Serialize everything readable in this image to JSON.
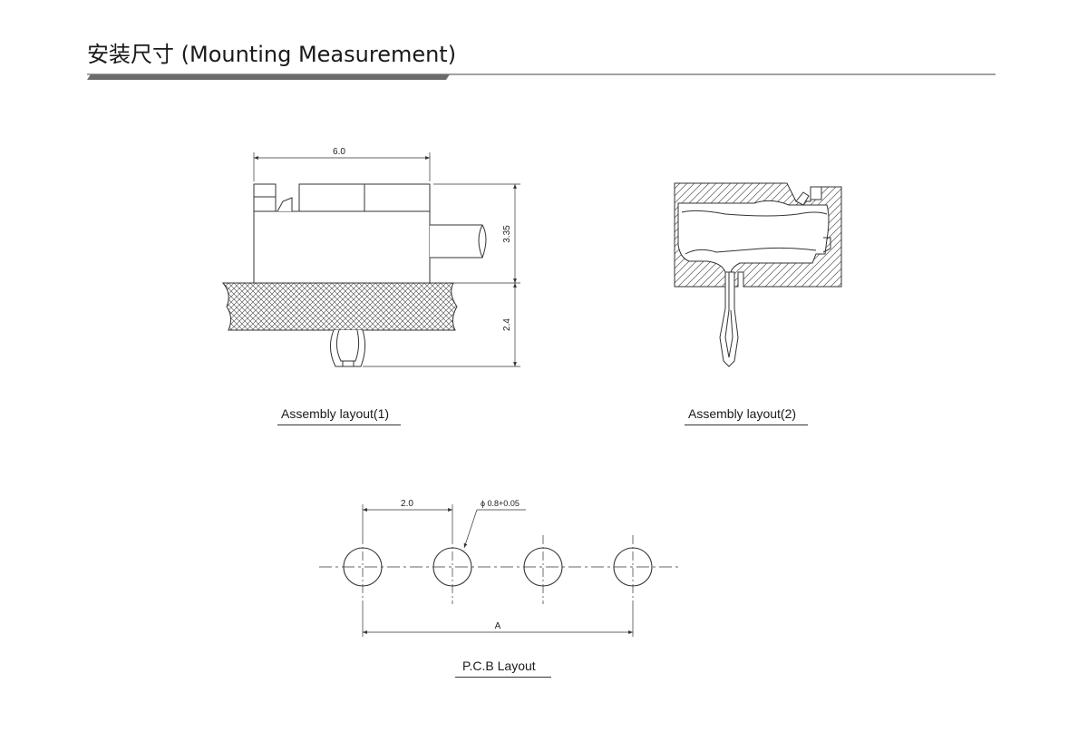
{
  "header": {
    "title": "安装尺寸  (Mounting Measurement)"
  },
  "assembly1": {
    "caption": "Assembly layout(1)",
    "dim_width": "6.0",
    "dim_height_top": "3.35",
    "dim_height_bottom": "2.4"
  },
  "assembly2": {
    "caption": "Assembly layout(2)"
  },
  "pcb": {
    "caption": "P.C.B Layout",
    "dim_pitch": "2.0",
    "dim_hole": "ϕ 0.8+0.05",
    "dim_total": "A"
  },
  "colors": {
    "line": "#333333",
    "accent_bar": "#6b6b6b"
  }
}
